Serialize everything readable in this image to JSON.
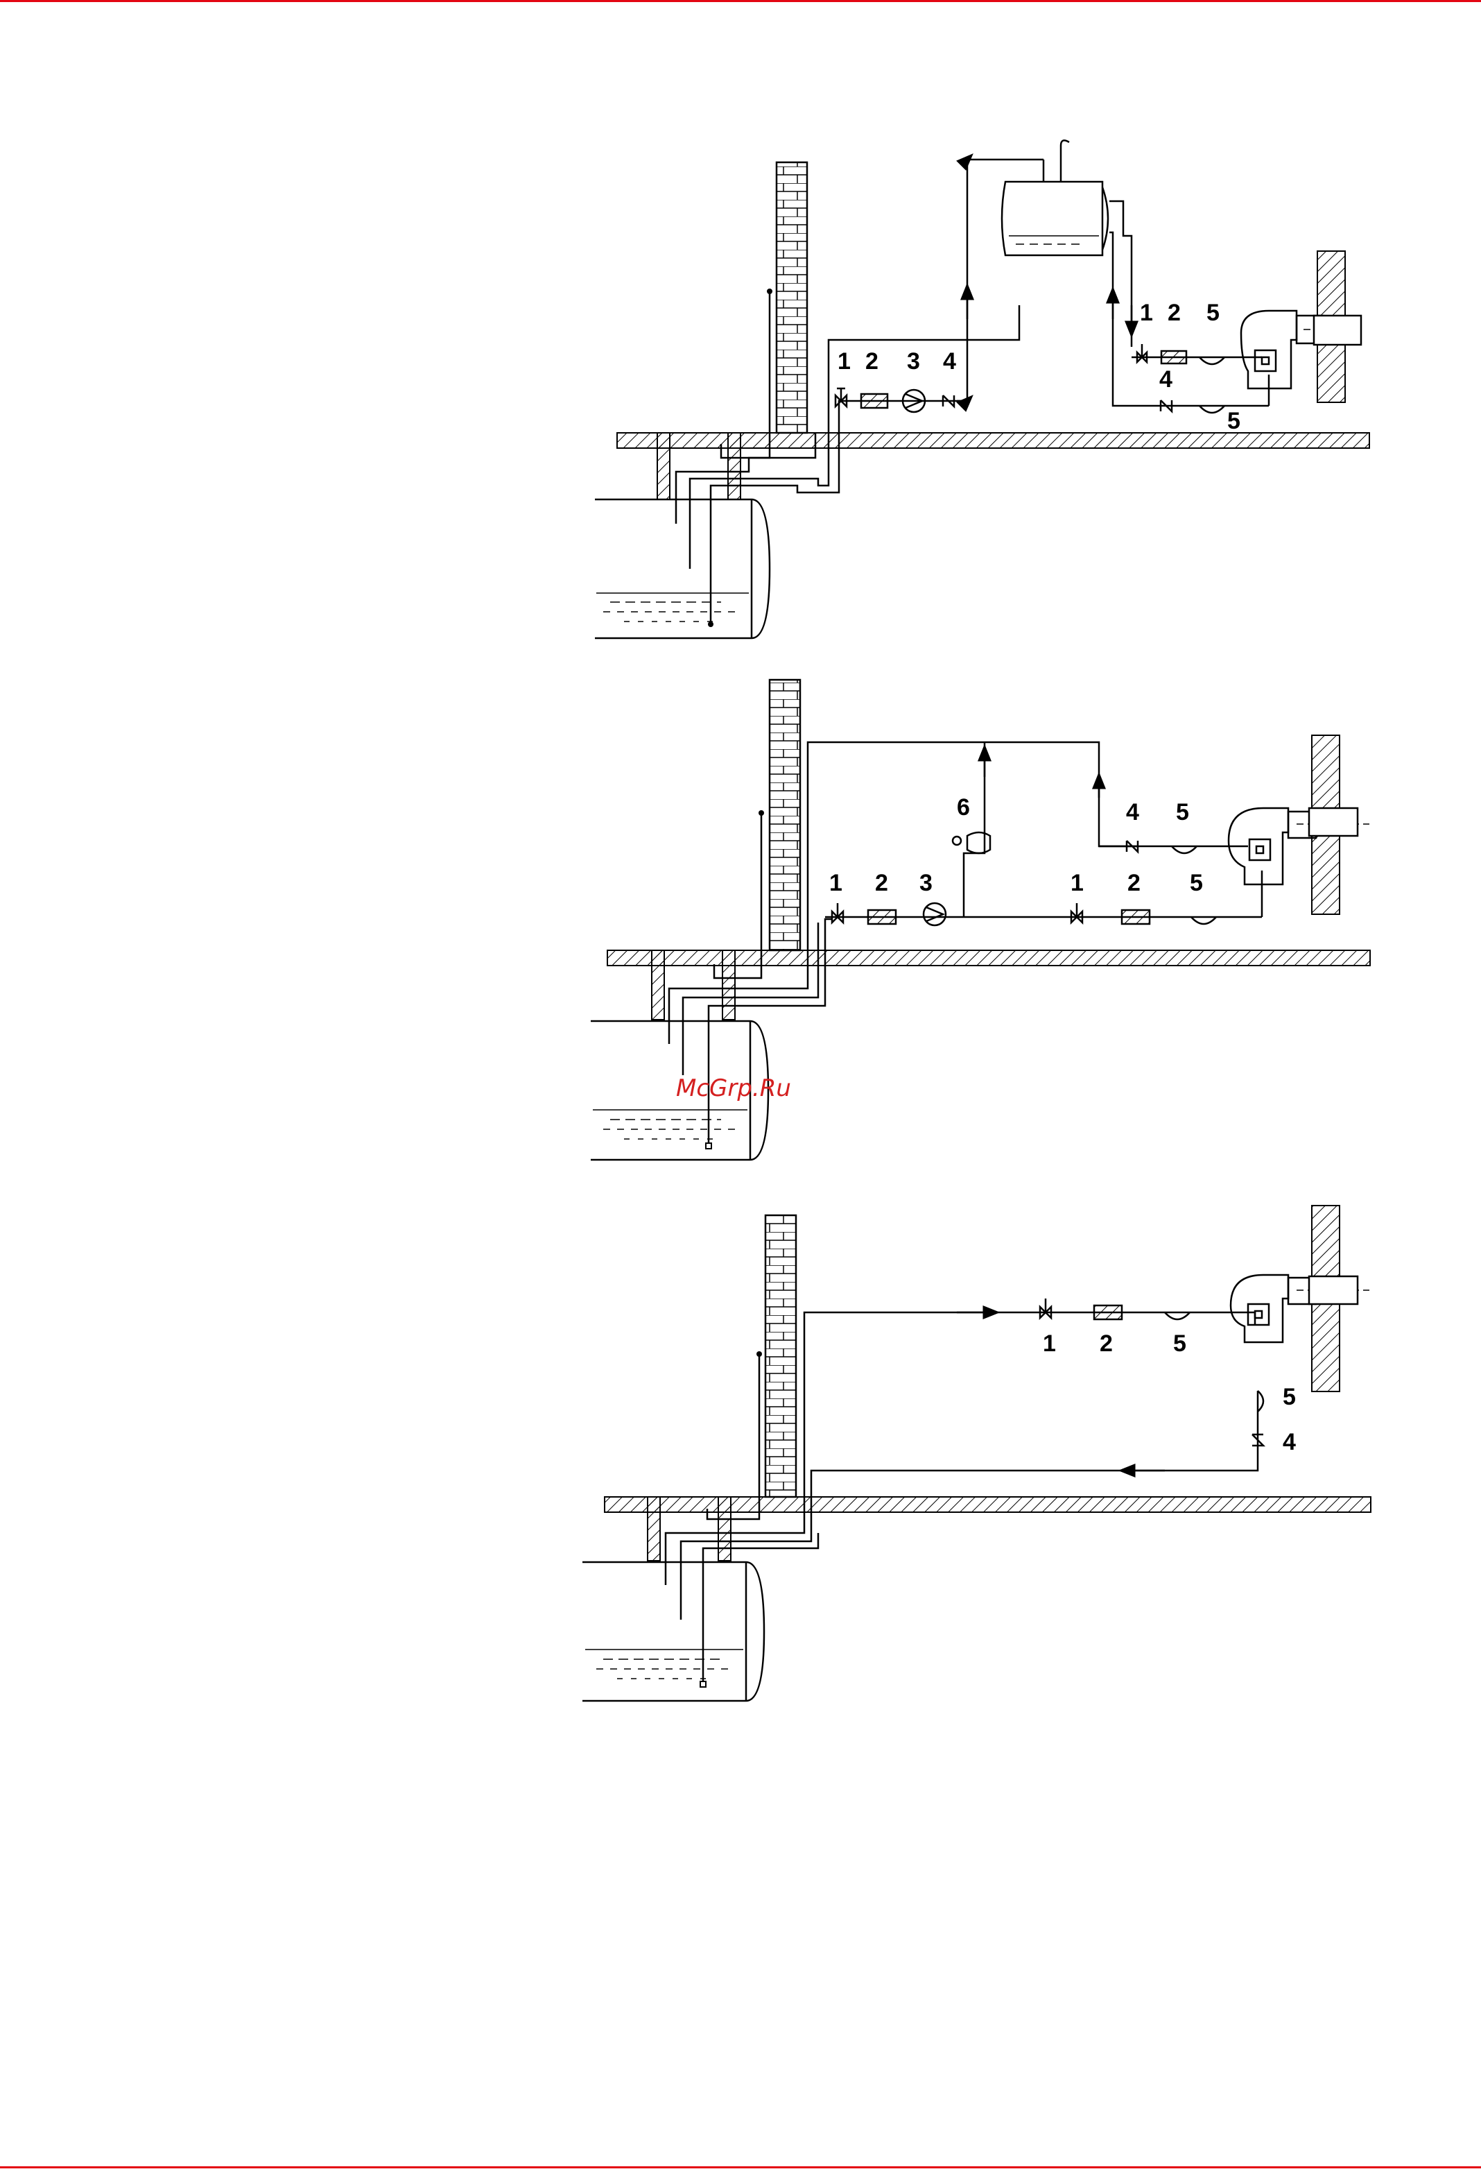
{
  "page": {
    "accent_color": "#e30613",
    "watermark_color": "#d42020",
    "watermark": "McGrp.Ru"
  },
  "diagrams": [
    {
      "name": "scheme-with-intermediate-tank",
      "labels": {
        "valve": "1",
        "filter": "2",
        "pump": "3",
        "check_valve": "4",
        "flex_hose": "5"
      }
    },
    {
      "name": "scheme-with-pressure-regulator",
      "labels": {
        "valve": "1",
        "filter": "2",
        "pump": "3",
        "check_valve": "4",
        "flex_hose": "5",
        "regulator": "6"
      }
    },
    {
      "name": "two-pipe-scheme",
      "labels": {
        "valve": "1",
        "filter": "2",
        "check_valve": "4",
        "flex_hose": "5"
      }
    }
  ],
  "icons": [
    "valve-icon",
    "filter-icon",
    "pump-icon",
    "check-valve-icon",
    "hose-loop-icon",
    "burner-icon",
    "pressure-regulator-icon"
  ]
}
